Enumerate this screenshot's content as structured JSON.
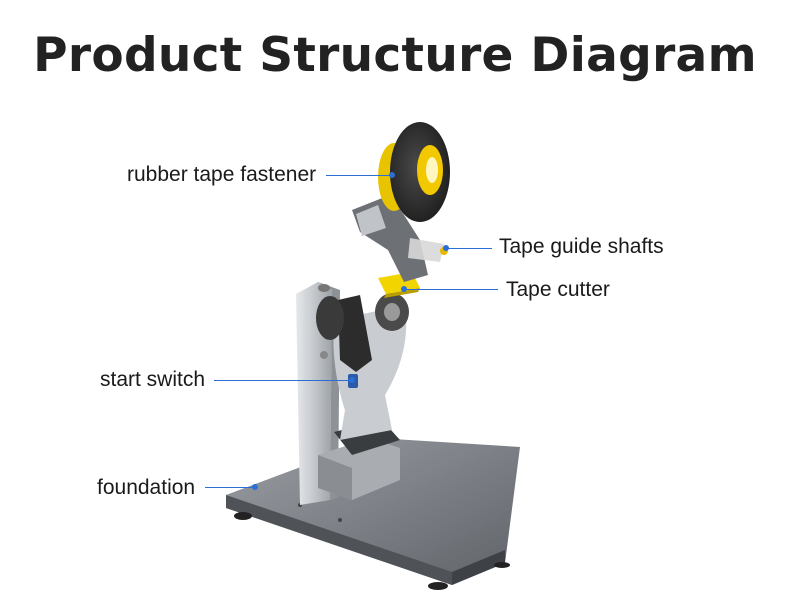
{
  "title": "Product Structure Diagram",
  "labels": {
    "fastener": "rubber tape fastener",
    "guide": "Tape guide shafts",
    "cutter": "Tape cutter",
    "switch": "start switch",
    "foundation": "foundation"
  },
  "colors": {
    "leader": "#2b6fd6",
    "tape_yellow": "#f2c800",
    "metal": "#b9bdc2",
    "dark": "#2a2a2a"
  }
}
